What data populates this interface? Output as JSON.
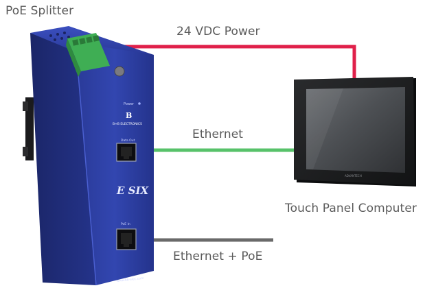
{
  "labels": {
    "splitter": "PoE Splitter",
    "power": "24 VDC Power",
    "ethernet": "Ethernet",
    "computer": "Touch Panel Computer",
    "ethernet_poe": "Ethernet + PoE"
  },
  "device_text": {
    "brand": "B+B ELECTRONICS",
    "logo_mark": "B",
    "model_mark": "E SIX",
    "power_indicator": "Power",
    "data_port_label": "Data Out",
    "poe_port_label": "PoE In",
    "website": "www.bb-elec.com",
    "panel_badge": "ADVANTECH"
  },
  "colors": {
    "power_line": "#e0204a",
    "ethernet_line": "#57c26a",
    "poe_line": "#6a6a6a",
    "device_blue": "#2b3f9e",
    "terminal_green": "#3fae54",
    "label_gray": "#5a5a5a"
  }
}
